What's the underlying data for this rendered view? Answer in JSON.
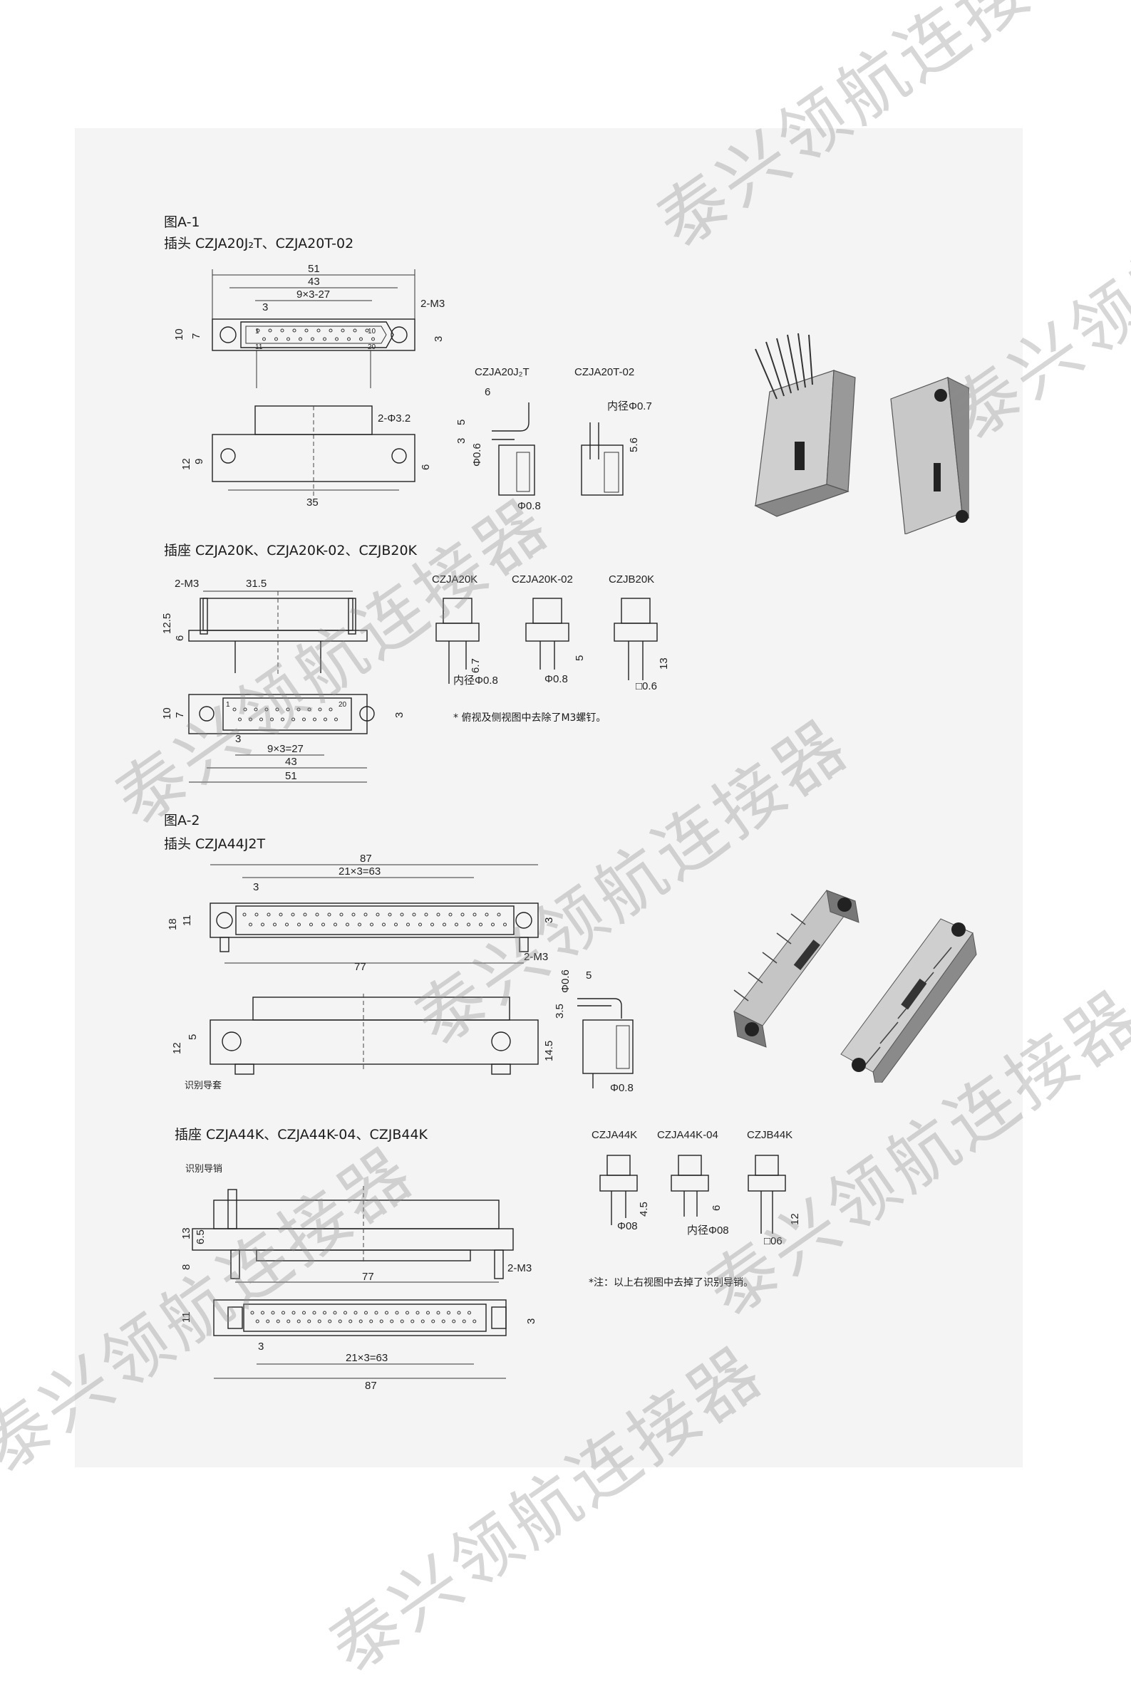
{
  "figure_a1": {
    "title": "图A-1",
    "plug_heading": "插头 CZJA20J₂T、CZJA20T-02",
    "plug_dims": {
      "d51": "51",
      "d43": "43",
      "d9x3": "9×3-27",
      "d3": "3",
      "m3": "2-M3",
      "d10": "10",
      "d7": "7",
      "d3b": "3",
      "d9": "9",
      "d12": "12",
      "d35": "35",
      "d6": "6",
      "phi32": "2-Φ3.2",
      "pin1": "1",
      "pin10": "10",
      "pin11": "11",
      "pin20": "20"
    },
    "plug_side": {
      "label1": "CZJA20J₂T",
      "label2": "CZJA20T-02",
      "d6": "6",
      "d5": "5",
      "d3": "3",
      "phi06": "Φ0.6",
      "phi08": "Φ0.8",
      "inner": "内径Φ0.7",
      "d56": "5.6"
    },
    "socket_heading": "插座   CZJA20K、CZJA20K-02、CZJB20K",
    "socket_dims": {
      "m3": "2-M3",
      "d315": "31.5",
      "d125": "12.5",
      "d6": "6",
      "d10": "10",
      "d7": "7",
      "d3": "3",
      "d3b": "3",
      "d9x3": "9×3=27",
      "d43": "43",
      "d51": "51",
      "pin1": "1",
      "pin20": "20"
    },
    "socket_variants": {
      "v1": "CZJA20K",
      "v2": "CZJA20K-02",
      "v3": "CZJB20K",
      "d67": "6.7",
      "inner": "内径Φ0.8",
      "d5": "5",
      "phi08": "Φ0.8",
      "d13": "13",
      "sq06": "□0.6"
    },
    "socket_note": "* 俯视及侧视图中去除了M3螺钉。"
  },
  "figure_a2": {
    "title": "图A-2",
    "plug_heading": "插头   CZJA44J2T",
    "plug_dims": {
      "d87": "87",
      "d21x3": "21×3=63",
      "d3": "3",
      "d18": "18",
      "d11": "11",
      "d3b": "3",
      "m3": "2-M3",
      "d77": "77",
      "d12": "12",
      "d5": "5",
      "d145": "14.5",
      "guide": "识别导套"
    },
    "plug_side": {
      "phi06": "Φ0.6",
      "d5": "5",
      "d35": "3.5",
      "phi08": "Φ0.8"
    },
    "socket_heading": "插座   CZJA44K、CZJA44K-04、CZJB44K",
    "socket_dims": {
      "guide": "识别导销",
      "d13": "13",
      "d65": "6.5",
      "d8": "8",
      "d77": "77",
      "m3": "2-M3",
      "d11": "11",
      "d3": "3",
      "d3b": "3",
      "d21x3": "21×3=63",
      "d87": "87"
    },
    "socket_variants": {
      "v1": "CZJA44K",
      "v2": "CZJA44K-04",
      "v3": "CZJB44K",
      "d45": "4.5",
      "phi08": "Φ08",
      "inner": "内径Φ08",
      "d6": "6",
      "d12": "12",
      "sq06": "□06"
    },
    "socket_note": "*注：以上右视图中去掉了识别导销。"
  },
  "watermark": {
    "text": "泰兴领航连接器",
    "color": "#8c8c8c"
  }
}
